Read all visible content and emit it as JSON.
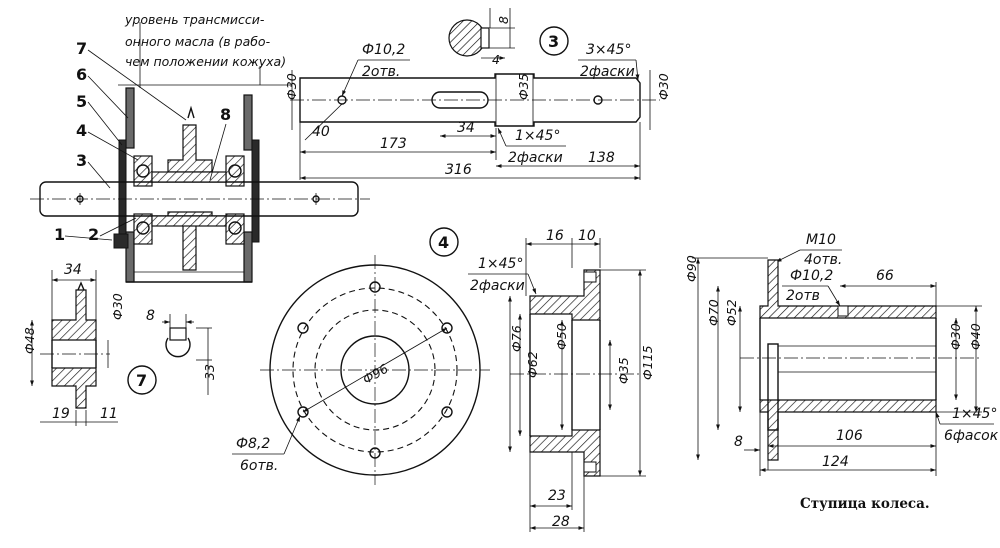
{
  "notes": {
    "oil_level": [
      "уровень трансмисси-",
      "онного масла (в рабо-",
      "чем положении кожуха)"
    ]
  },
  "part_numbers": [
    "7",
    "6",
    "5",
    "4",
    "3",
    "1",
    "2",
    "8"
  ],
  "circle_labels": [
    "3",
    "4",
    "7"
  ],
  "shaft": {
    "hole": "Ф10,2",
    "hole_count": "2отв.",
    "chamfer_big": "3×45°",
    "chamfer_big_count": "2фаски",
    "chamfer_small": "1×45°",
    "chamfer_small_count": "2фаски",
    "dia_end_left": "Ф30",
    "dia_end_right": "Ф30",
    "dia_mid": "Ф35",
    "dim_40": "40",
    "dim_34": "34",
    "dim_173": "173",
    "dim_316": "316",
    "dim_138": "138",
    "key_height": "8",
    "key_width": "4"
  },
  "sprocket": {
    "dim_34": "34",
    "dia_48": "Ф48",
    "dia_30": "Ф30",
    "dim_19": "19",
    "dim_11": "11",
    "key_8": "8",
    "key_33": "33"
  },
  "flange": {
    "dia_96": "Ф96",
    "hole": "Ф8,2",
    "hole_count": "6отв.",
    "chamfer": "1×45°",
    "chamfer_count": "2фаски",
    "dim_16": "16",
    "dim_10": "10",
    "dia_76": "Ф76",
    "dia_62": "Ф62",
    "dia_50": "Ф50",
    "dia_35": "Ф35",
    "dia_115": "Ф115",
    "dim_23": "23",
    "dim_28": "28"
  },
  "hub": {
    "thread": "М10",
    "thread_count": "4отв.",
    "hole": "Ф10,2",
    "hole_count": "2отв",
    "dim_66": "66",
    "dia_90": "Ф90",
    "dia_70": "Ф70",
    "dia_52": "Ф52",
    "dia_30": "Ф30",
    "dia_40": "Ф40",
    "chamfer": "1×45°",
    "chamfer_count": "6фасок",
    "dim_8": "8",
    "dim_106": "106",
    "dim_124": "124"
  },
  "caption": "Ступица колеса."
}
